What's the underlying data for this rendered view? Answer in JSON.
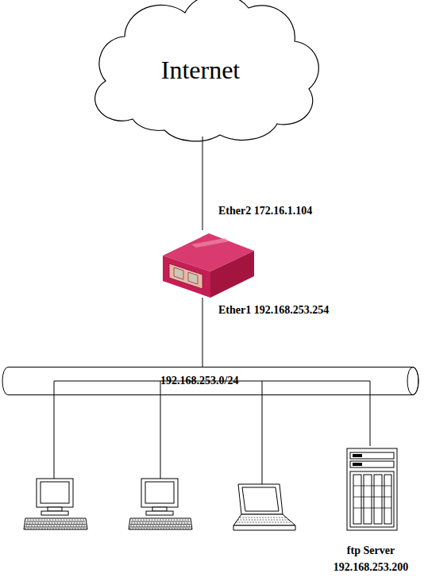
{
  "diagram": {
    "nodes": [
      {
        "text": [
          "Internet"
        ]
      },
      {
        "text": [
          "Ether2 172.16.1.104",
          "Ether1 192.168.253.254"
        ]
      },
      {
        "text": [
          "192.168.253.0/24"
        ]
      },
      {
        "text": [
          "ftp Server",
          "192.168.253.200"
        ]
      }
    ],
    "edges": [
      {
        "from": 0,
        "to": 1,
        "arrow": "none"
      },
      {
        "from": 1,
        "to": 2,
        "arrow": "none"
      },
      {
        "from": 2,
        "to": 3,
        "arrow": "none"
      }
    ]
  }
}
